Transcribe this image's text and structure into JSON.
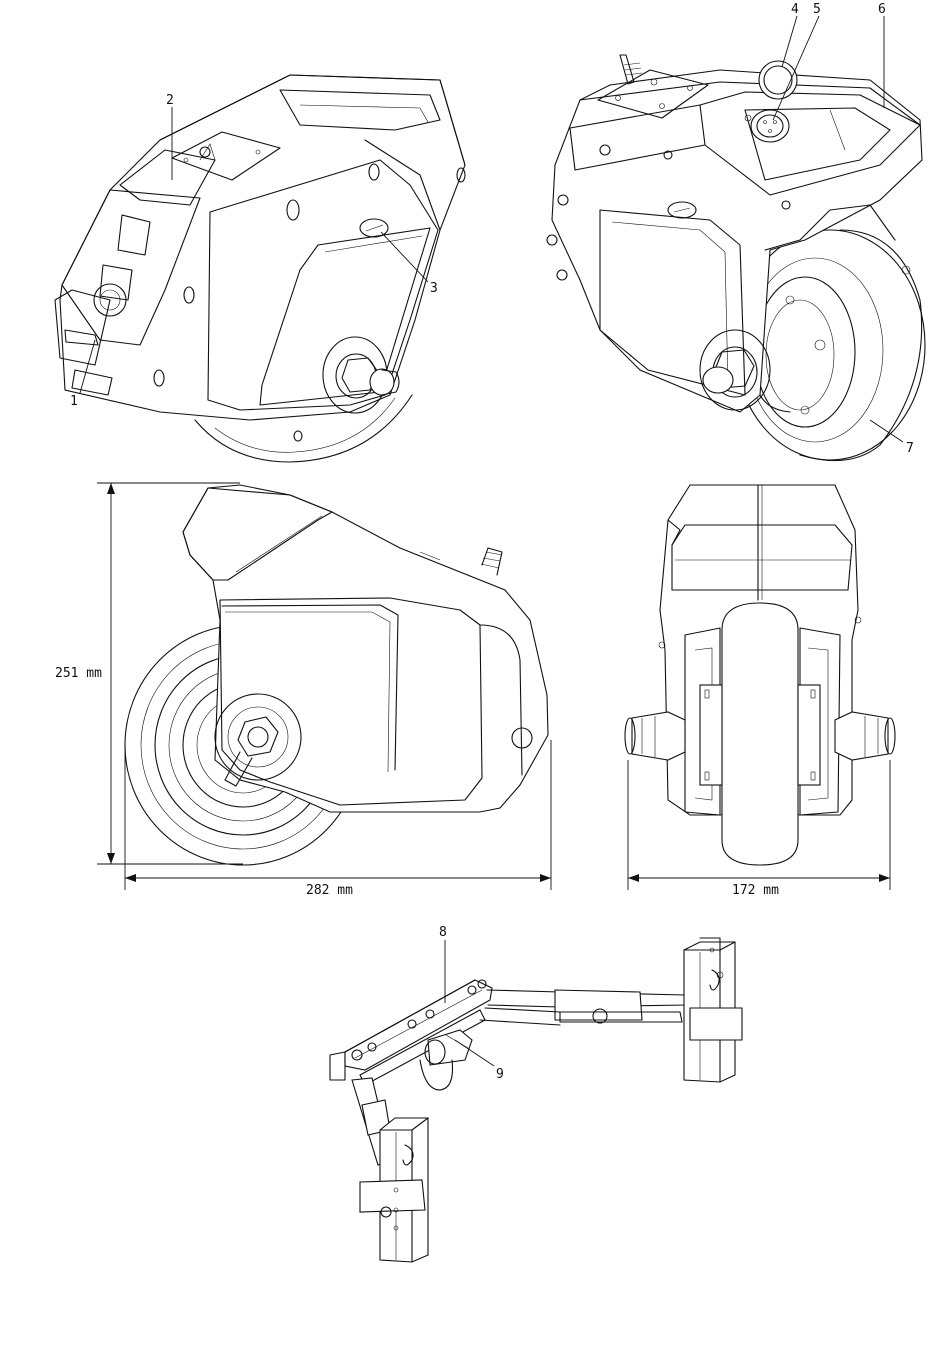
{
  "callouts": [
    {
      "id": "1",
      "label": "1"
    },
    {
      "id": "2",
      "label": "2"
    },
    {
      "id": "3",
      "label": "3"
    },
    {
      "id": "4",
      "label": "4"
    },
    {
      "id": "5",
      "label": "5"
    },
    {
      "id": "6",
      "label": "6"
    },
    {
      "id": "7",
      "label": "7"
    },
    {
      "id": "8",
      "label": "8"
    },
    {
      "id": "9",
      "label": "9"
    }
  ],
  "dimensions": {
    "height": "251 mm",
    "length": "282 mm",
    "width": "172 mm"
  },
  "colors": {
    "line": "#111111",
    "background": "#ffffff"
  }
}
